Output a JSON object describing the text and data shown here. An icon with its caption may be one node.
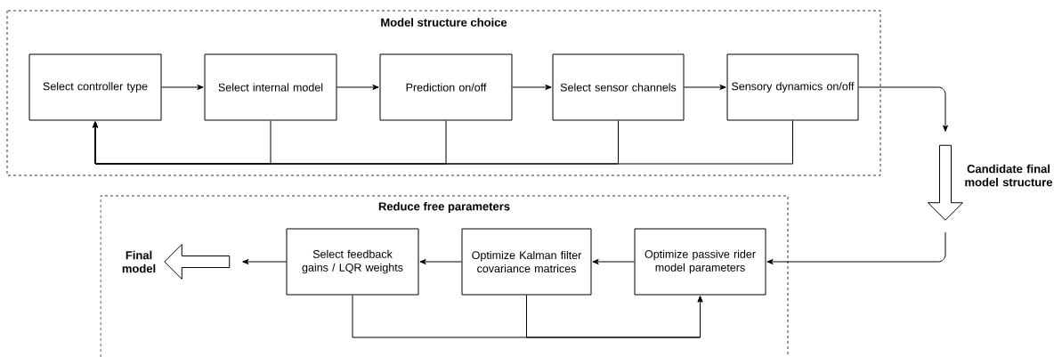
{
  "diagram": {
    "nodes": [
      {
        "text": [
          "Model structure choice"
        ]
      },
      {
        "text": [
          "Select controller type"
        ],
        "in": 0
      },
      {
        "text": [
          "Select internal model"
        ],
        "in": 0
      },
      {
        "text": [
          "Prediction on/off"
        ],
        "in": 0
      },
      {
        "text": [
          "Select sensor channels"
        ],
        "in": 0
      },
      {
        "text": [
          "Sensory dynamics on/off"
        ],
        "in": 0
      },
      {
        "text": [],
        "shape": "arrow",
        "beside": [
          "Candidate final model structure"
        ]
      },
      {
        "text": [
          "Reduce free parameters"
        ]
      },
      {
        "text": [
          "Select feedback gains / LQR weights"
        ],
        "in": 7
      },
      {
        "text": [
          "Optimize Kalman filter covariance matrices"
        ],
        "in": 7
      },
      {
        "text": [
          "Optimize passive rider model parameters"
        ],
        "in": 7
      },
      {
        "text": [],
        "shape": "arrow",
        "beside": [
          "Final model"
        ],
        "in": 7
      }
    ],
    "edges": [
      {
        "from": 1,
        "to": 2,
        "arrow": "to"
      },
      {
        "from": 2,
        "to": 3,
        "arrow": "to"
      },
      {
        "from": 3,
        "to": 4,
        "arrow": "to"
      },
      {
        "from": 4,
        "to": 5,
        "arrow": "to"
      },
      {
        "from": 2,
        "to": 1,
        "arrow": "to"
      },
      {
        "from": 3,
        "to": 1,
        "arrow": "to"
      },
      {
        "from": 4,
        "to": 1,
        "arrow": "to"
      },
      {
        "from": 5,
        "to": 1,
        "arrow": "to"
      },
      {
        "from": 5,
        "to": 6,
        "arrow": "to"
      },
      {
        "from": 6,
        "to": 10,
        "arrow": "to"
      },
      {
        "from": 10,
        "to": 9,
        "arrow": "to"
      },
      {
        "from": 9,
        "to": 8,
        "arrow": "to"
      },
      {
        "from": 8,
        "to": 11,
        "arrow": "to"
      },
      {
        "from": 8,
        "to": 10,
        "arrow": "to"
      },
      {
        "from": 9,
        "to": 10,
        "arrow": "to"
      }
    ]
  }
}
